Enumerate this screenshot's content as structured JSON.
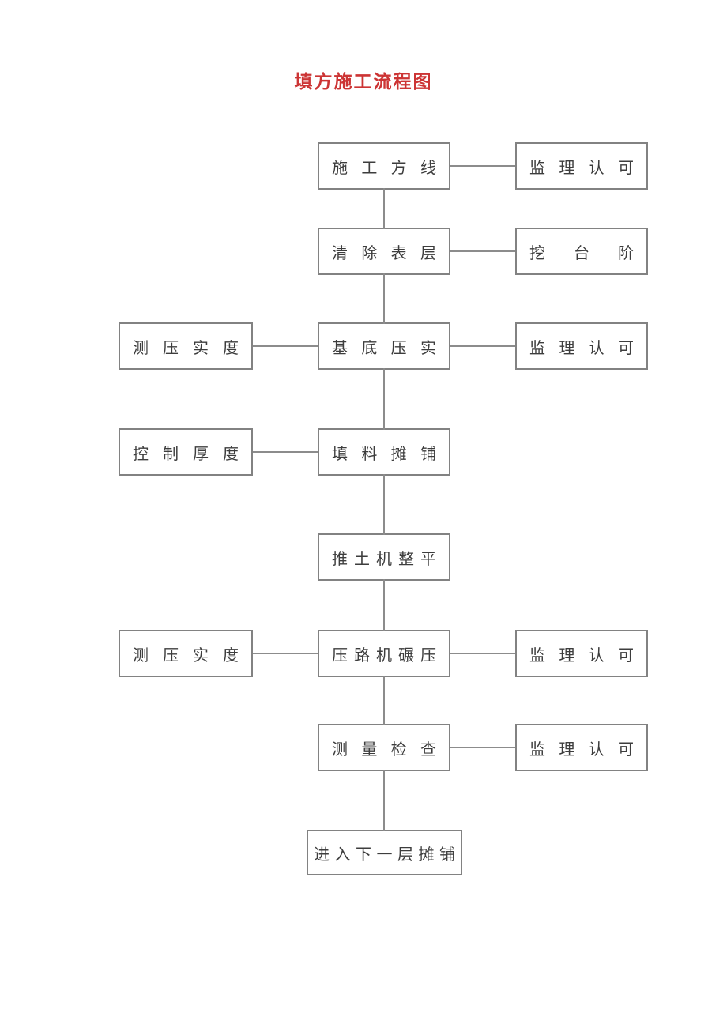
{
  "flowchart": {
    "title": "填方施工流程图",
    "title_color": "#cc3434",
    "box_border_color": "#828282",
    "line_color": "#8c8c8c",
    "text_color": "#3d3d3d",
    "nodes": {
      "r1_center": "施工方线",
      "r1_right": "监理认可",
      "r2_center": "清除表层",
      "r2_right": "挖台阶",
      "r3_left": "测压实度",
      "r3_center": "基底压实",
      "r3_right": "监理认可",
      "r4_left": "控制厚度",
      "r4_center": "填料摊铺",
      "r5_center": "推土机整平",
      "r6_left": "测压实度",
      "r6_center": "压路机碾压",
      "r6_right": "监理认可",
      "r7_center": "测量检查",
      "r7_right": "监理认可",
      "r8_center": "进入下一层摊铺"
    }
  }
}
